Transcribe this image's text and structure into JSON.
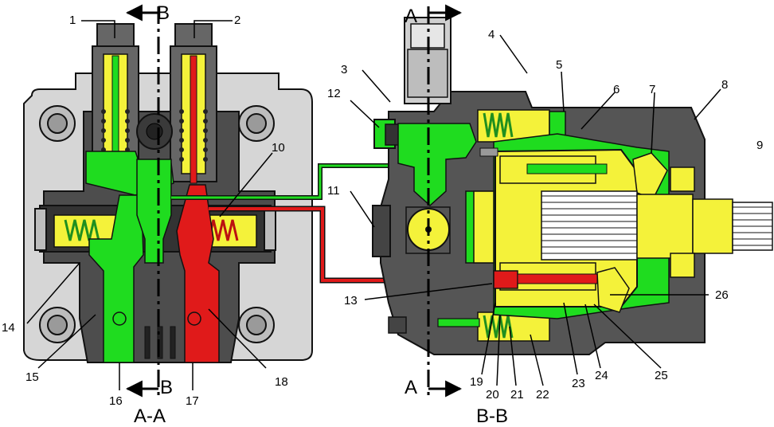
{
  "views": {
    "left": {
      "caption": "A-A",
      "cut_top": "B",
      "cut_bottom": "B"
    },
    "right": {
      "caption": "B-B",
      "cut_top": "A",
      "cut_bottom": "A"
    }
  },
  "callouts": {
    "n1": "1",
    "n2": "2",
    "n3": "3",
    "n4": "4",
    "n5": "5",
    "n6": "6",
    "n7": "7",
    "n8": "8",
    "n9": "9",
    "n10": "10",
    "n11": "11",
    "n12": "12",
    "n13": "13",
    "n14": "14",
    "n15": "15",
    "n16": "16",
    "n17": "17",
    "n18": "18",
    "n19": "19",
    "n20": "20",
    "n21": "21",
    "n22": "22",
    "n23": "23",
    "n24": "24",
    "n25": "25",
    "n26": "26"
  },
  "colors": {
    "housing_light": "#d6d6d6",
    "housing_dark": "#555555",
    "oil_green": "#1fdc1f",
    "oil_red": "#e01a1a",
    "part_yellow": "#f4f23a",
    "outline": "#111111"
  }
}
